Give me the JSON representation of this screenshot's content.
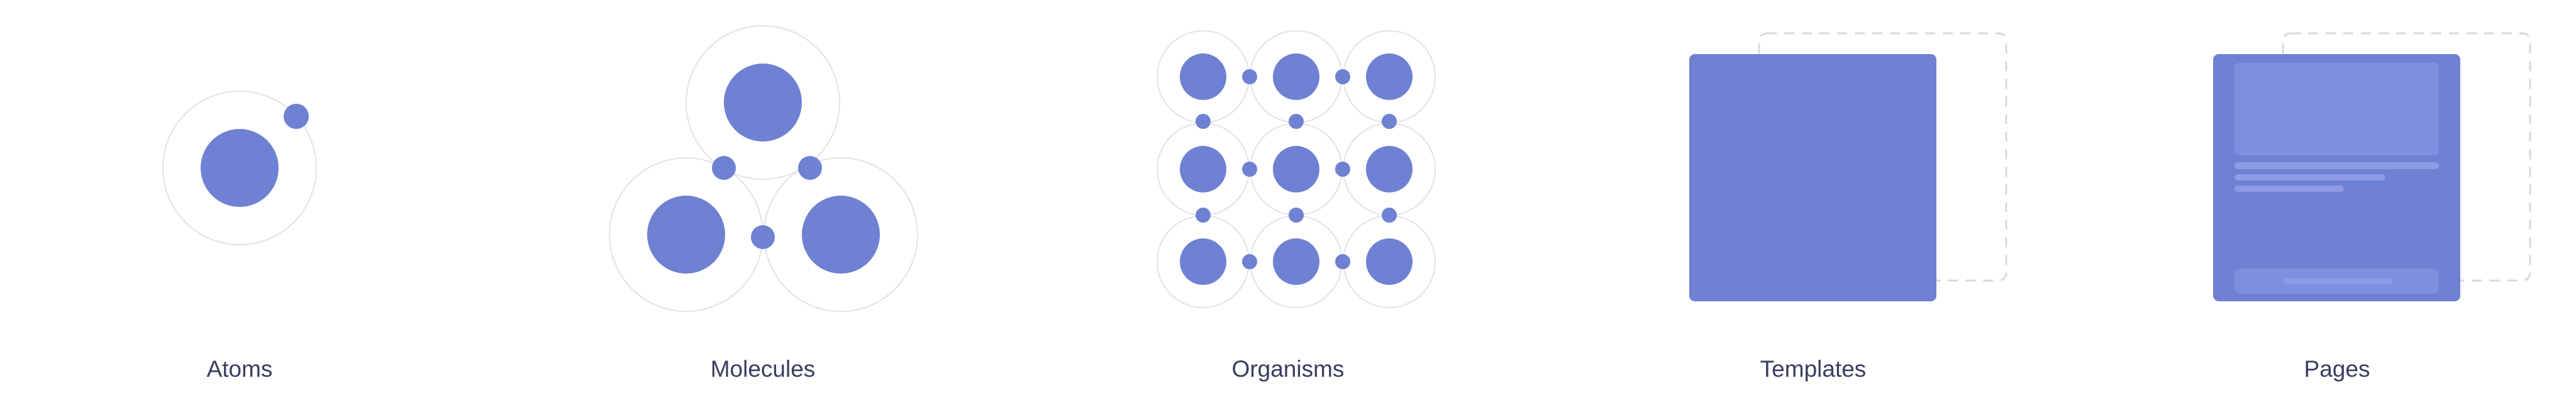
{
  "colors": {
    "accent": "#6e81d2",
    "accent_light": "#7f8fe0",
    "accent_lighter": "#8e9be6",
    "ring": "#e1e1e8",
    "dashed": "#d8d8de",
    "label": "#3a3d60",
    "background": "#ffffff"
  },
  "stages": [
    {
      "id": "atoms",
      "label": "Atoms",
      "icon": "atom-icon"
    },
    {
      "id": "molecules",
      "label": "Molecules",
      "icon": "molecule-icon"
    },
    {
      "id": "organisms",
      "label": "Organisms",
      "icon": "organism-grid-icon"
    },
    {
      "id": "templates",
      "label": "Templates",
      "icon": "template-card-icon"
    },
    {
      "id": "pages",
      "label": "Pages",
      "icon": "page-card-icon"
    }
  ]
}
